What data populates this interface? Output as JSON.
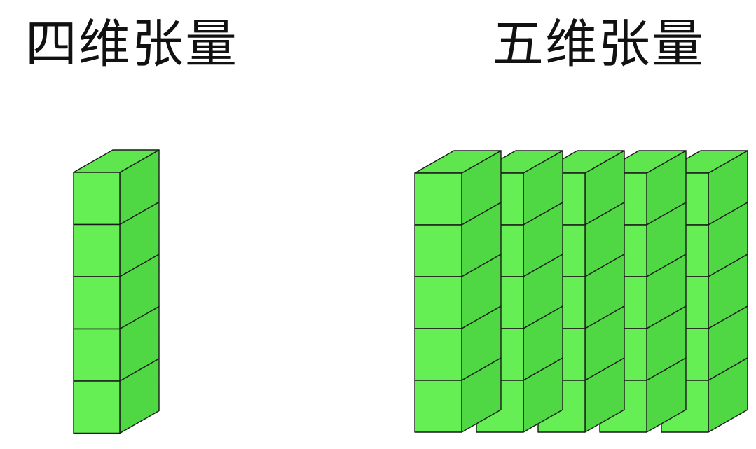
{
  "titles": {
    "left": "四维张量",
    "right": "五维张量"
  },
  "tensor_4d": {
    "columns": 1,
    "rows": 5
  },
  "tensor_5d": {
    "columns": 5,
    "rows": 5
  },
  "colors": {
    "front": "#66ee55",
    "top": "#5fe64f",
    "side": "#4fd844",
    "edge": "#1a1a1a",
    "background": "#ffffff"
  }
}
